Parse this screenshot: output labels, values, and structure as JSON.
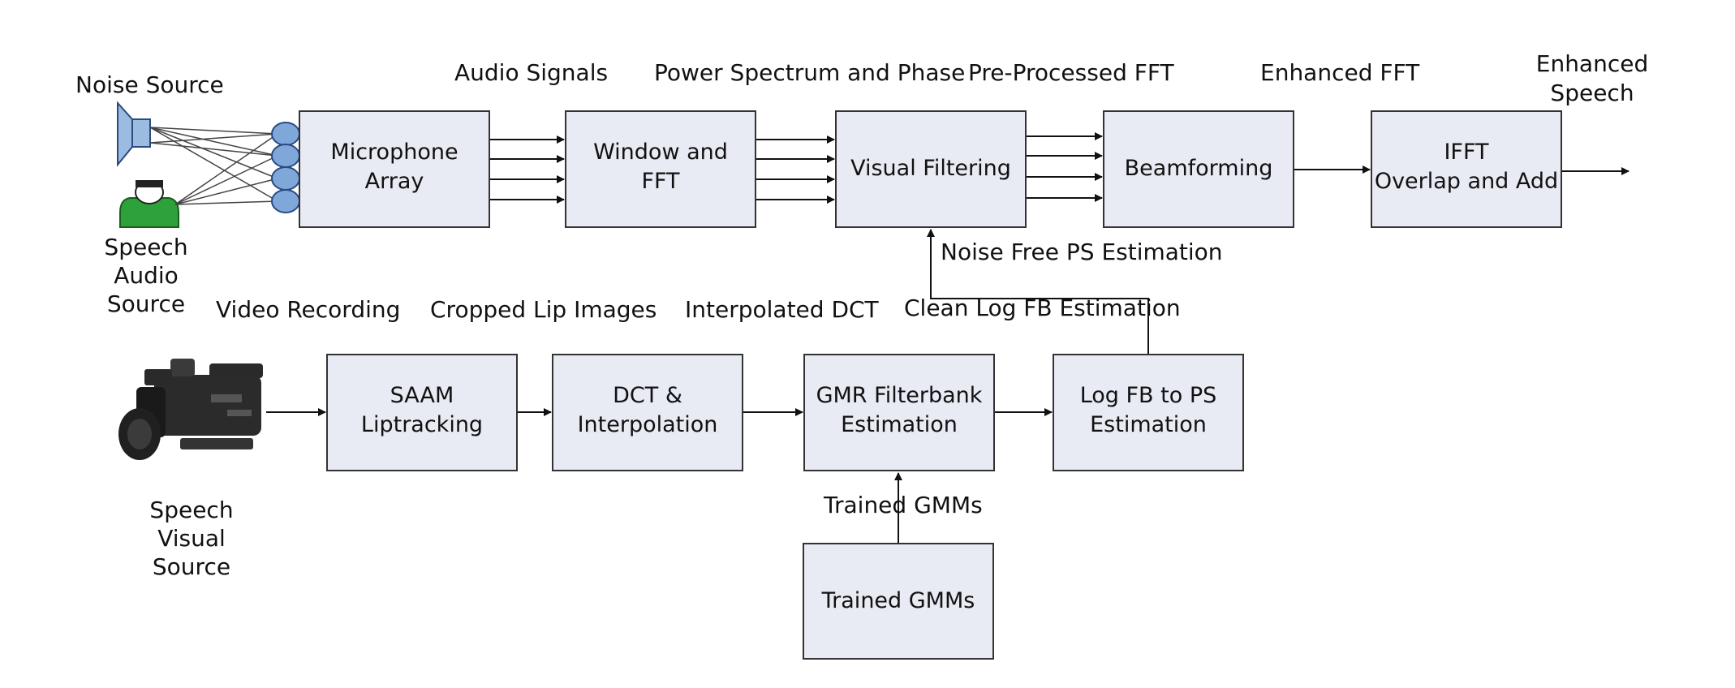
{
  "colors": {
    "box_fill": "#e8eaf4",
    "box_stroke": "#333333",
    "mic_fill": "#7fa7d9",
    "speaker_fill": "#9bbbe0",
    "person_fill": "#2ea23a"
  },
  "icons": {
    "noise": "speaker-icon",
    "speech_audio": "person-icon",
    "speech_visual": "camcorder-icon",
    "mics": "microphone-icon"
  },
  "boxes": {
    "mic_array": [
      "Microphone",
      "Array"
    ],
    "window_fft": [
      "Window and",
      "FFT"
    ],
    "visual_filtering": [
      "Visual Filtering"
    ],
    "beamforming": [
      "Beamforming"
    ],
    "ifft": [
      "IFFT",
      "Overlap and Add"
    ],
    "saam": [
      "SAAM",
      "Liptracking"
    ],
    "dct": [
      "DCT &",
      "Interpolation"
    ],
    "gmr": [
      "GMR Filterbank",
      "Estimation"
    ],
    "logfb": [
      "Log FB to PS",
      "Estimation"
    ],
    "trained_gmms": [
      "Trained GMMs"
    ]
  },
  "labels": {
    "noise_source": "Noise Source",
    "speech_audio_source": [
      "Speech",
      "Audio",
      "Source"
    ],
    "speech_visual_source": [
      "Speech",
      "Visual",
      "Source"
    ],
    "audio_signals": "Audio Signals",
    "power_spectrum": "Power Spectrum and Phase",
    "preprocessed_fft": "Pre-Processed FFT",
    "enhanced_fft": "Enhanced FFT",
    "enhanced_speech": [
      "Enhanced",
      "Speech"
    ],
    "noise_free_ps": "Noise Free PS Estimation",
    "video_recording": "Video Recording",
    "cropped_lip": "Cropped Lip Images",
    "interpolated_dct": "Interpolated DCT",
    "clean_log_fb": "Clean Log FB Estimation",
    "trained_gmms_label": "Trained GMMs"
  }
}
